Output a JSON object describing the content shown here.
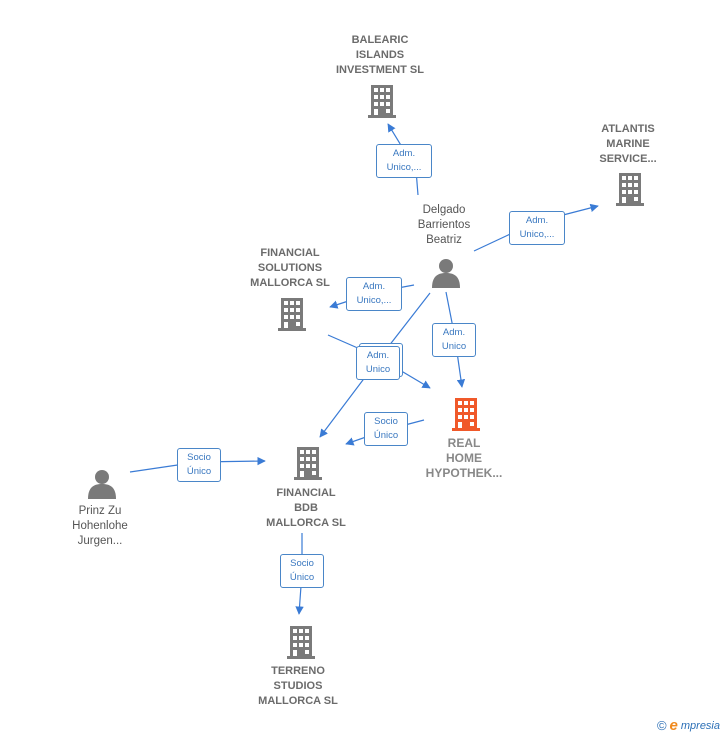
{
  "colors": {
    "edge": "#3a7bd5",
    "node_gray": "#7a7a7a",
    "focus": "#f0592a"
  },
  "nodes": {
    "balearic": {
      "lines": [
        "BALEARIC",
        "ISLANDS",
        "INVESTMENT SL"
      ]
    },
    "atlantis": {
      "lines": [
        "ATLANTIS",
        "MARINE",
        "SERVICE..."
      ]
    },
    "delgado": {
      "lines": [
        "Delgado",
        "Barrientos",
        "Beatriz"
      ]
    },
    "financial_solutions": {
      "lines": [
        "FINANCIAL",
        "SOLUTIONS",
        "MALLORCA  SL"
      ]
    },
    "real_home": {
      "lines": [
        "REAL",
        "HOME",
        "HYPOTHEK..."
      ]
    },
    "financial_bdb": {
      "lines": [
        "FINANCIAL",
        "BDB",
        "MALLORCA  SL"
      ]
    },
    "prinz": {
      "lines": [
        "Prinz Zu",
        "Hohenlohe",
        "Jurgen..."
      ]
    },
    "terreno": {
      "lines": [
        "TERRENO",
        "STUDIOS",
        "MALLORCA  SL"
      ]
    }
  },
  "edges": {
    "e1": {
      "lines": [
        "Adm.",
        "Unico,..."
      ]
    },
    "e2": {
      "lines": [
        "Adm.",
        "Unico,..."
      ]
    },
    "e3": {
      "lines": [
        "Adm.",
        "Unico,..."
      ]
    },
    "e4": {
      "lines": [
        "Adm.",
        "Unico"
      ]
    },
    "e5": {
      "lines": [
        "Adm.",
        "Unico"
      ]
    },
    "e6": {
      "lines": [
        "Socio",
        "Único"
      ]
    },
    "e7": {
      "lines": [
        "Socio",
        "Único"
      ]
    },
    "e8": {
      "lines": [
        "Socio",
        "Único"
      ]
    }
  },
  "footer": {
    "copyright": "©",
    "brand_initial": "e",
    "brand_rest": "mpresia"
  }
}
